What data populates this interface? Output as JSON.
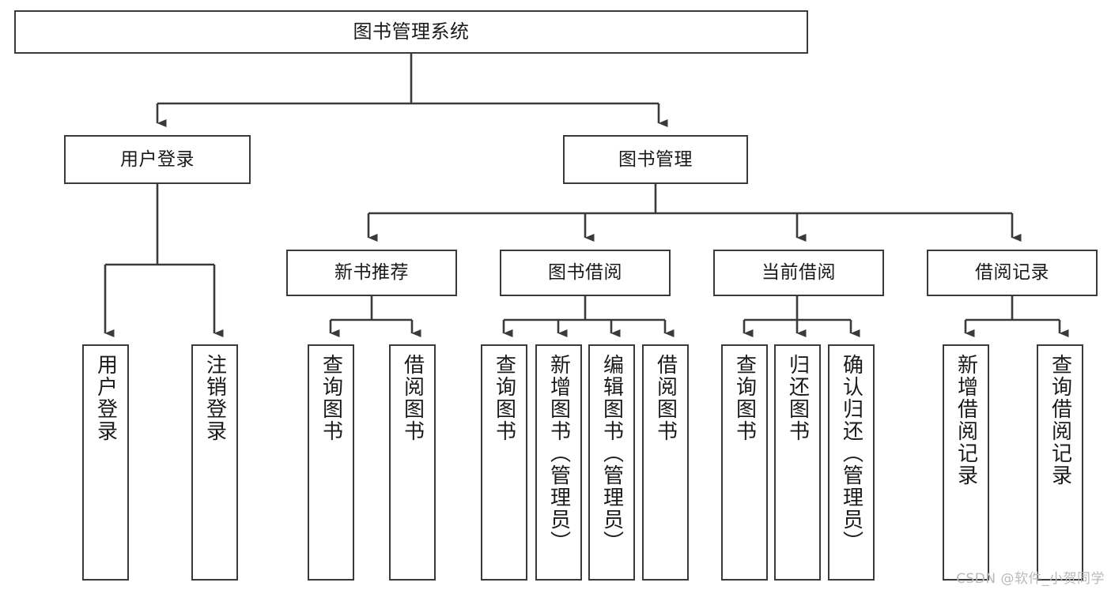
{
  "diagram": {
    "title": "图书管理系统",
    "type": "tree-hierarchy-chart",
    "colors": {
      "box_border": "#3a3a3a",
      "box_fill": "#ffffff",
      "edge": "#3a3a3a",
      "background": "#ffffff",
      "watermark": "#b9b9b9"
    },
    "nodes": {
      "root": {
        "label": "图书管理系统"
      },
      "level2": [
        {
          "label": "用户登录"
        },
        {
          "label": "图书管理"
        }
      ],
      "level3": [
        {
          "label": "新书推荐"
        },
        {
          "label": "图书借阅"
        },
        {
          "label": "当前借阅"
        },
        {
          "label": "借阅记录"
        }
      ],
      "leaves": {
        "user_login": [
          {
            "label": "用户登录"
          },
          {
            "label": "注销登录"
          }
        ],
        "new_book": [
          {
            "label": "查询图书"
          },
          {
            "label": "借阅图书"
          }
        ],
        "book_borrow": [
          {
            "label": "查询图书"
          },
          {
            "label": "新增图书（管理员）"
          },
          {
            "label": "编辑图书（管理员）"
          },
          {
            "label": "借阅图书"
          }
        ],
        "current_borrow": [
          {
            "label": "查询图书"
          },
          {
            "label": "归还图书"
          },
          {
            "label": "确认归还（管理员）"
          }
        ],
        "borrow_record": [
          {
            "label": "新增借阅记录"
          },
          {
            "label": "查询借阅记录"
          }
        ]
      }
    },
    "watermark": "CSDN @软件_小贺同学"
  }
}
